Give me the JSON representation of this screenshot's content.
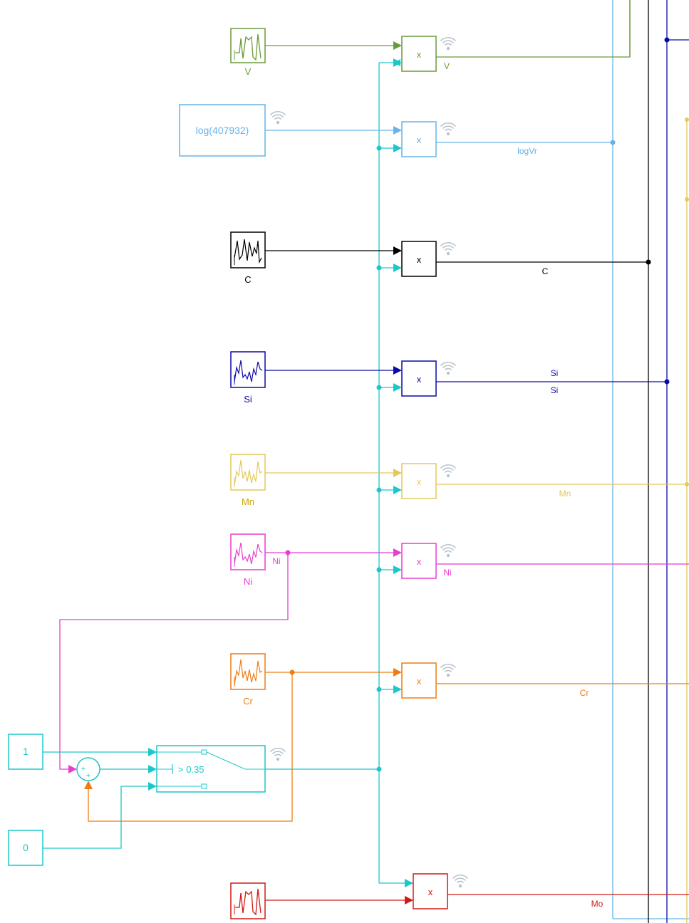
{
  "colors": {
    "green": "#6b9a3a",
    "lightblue": "#66b3e8",
    "black": "#000000",
    "navy": "#0a0aa8",
    "yellow": "#e3c85a",
    "magenta": "#e83fd0",
    "orange": "#ee7d11",
    "cyan": "#1cc7c9",
    "red": "#d01a14",
    "wifi": "#b8c3cc"
  },
  "blocks": {
    "v_source_label": "V",
    "v_signal_label": "V",
    "logvr_constant": "log(407932)",
    "logvr_signal_label": "logVr",
    "c_source_label": "C",
    "c_signal_label": "C",
    "si_source_label": "Si",
    "si_signal_label_1": "Si",
    "si_signal_label_2": "Si",
    "mn_source_label": "Mn",
    "mn_signal_label": "Mn",
    "ni_source_label": "Ni",
    "ni_port_label": "Ni",
    "ni_signal_label": "Ni",
    "cr_source_label": "Cr",
    "cr_signal_label": "Cr",
    "mo_signal_label": "Mo",
    "product_symbol": "x",
    "const_one": "1",
    "const_zero": "0",
    "switch_threshold": "> 0.35",
    "sum_plus_1": "+",
    "sum_plus_2": "+"
  }
}
